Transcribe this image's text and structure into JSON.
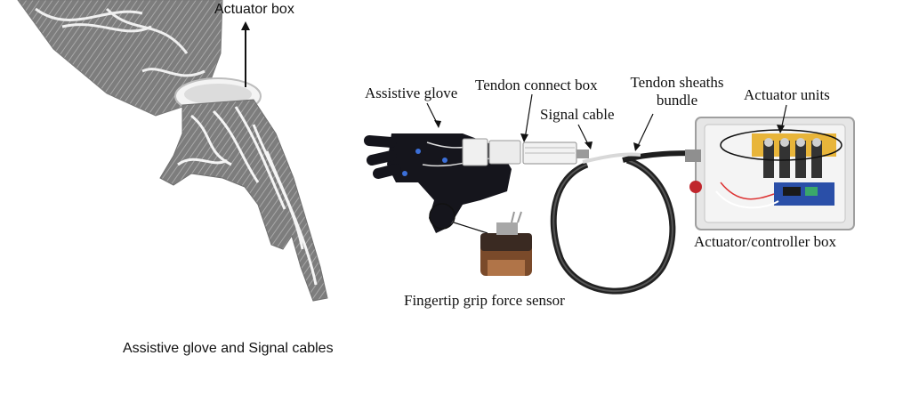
{
  "labels": {
    "actuator_box": "Actuator box",
    "assistive_glove": "Assistive glove",
    "tendon_connect_box": "Tendon connect box",
    "tendon_sheaths_line1": "Tendon sheaths",
    "tendon_sheaths_line2": "bundle",
    "actuator_units": "Actuator units",
    "signal_cable": "Signal cable",
    "actuator_controller_box": "Actuator/controller box",
    "fingertip_sensor": "Fingertip grip force sensor",
    "caption": "Assistive glove and Signal cables"
  },
  "colors": {
    "glove": "#15151c",
    "cable": "#1e1e1e",
    "box": "#e6e6e6",
    "arm": "#8a8a8a",
    "accent_yellow": "#e8b53a",
    "pcb_blue": "#2a4fa8",
    "sensor_copper": "#7a4a2a"
  }
}
